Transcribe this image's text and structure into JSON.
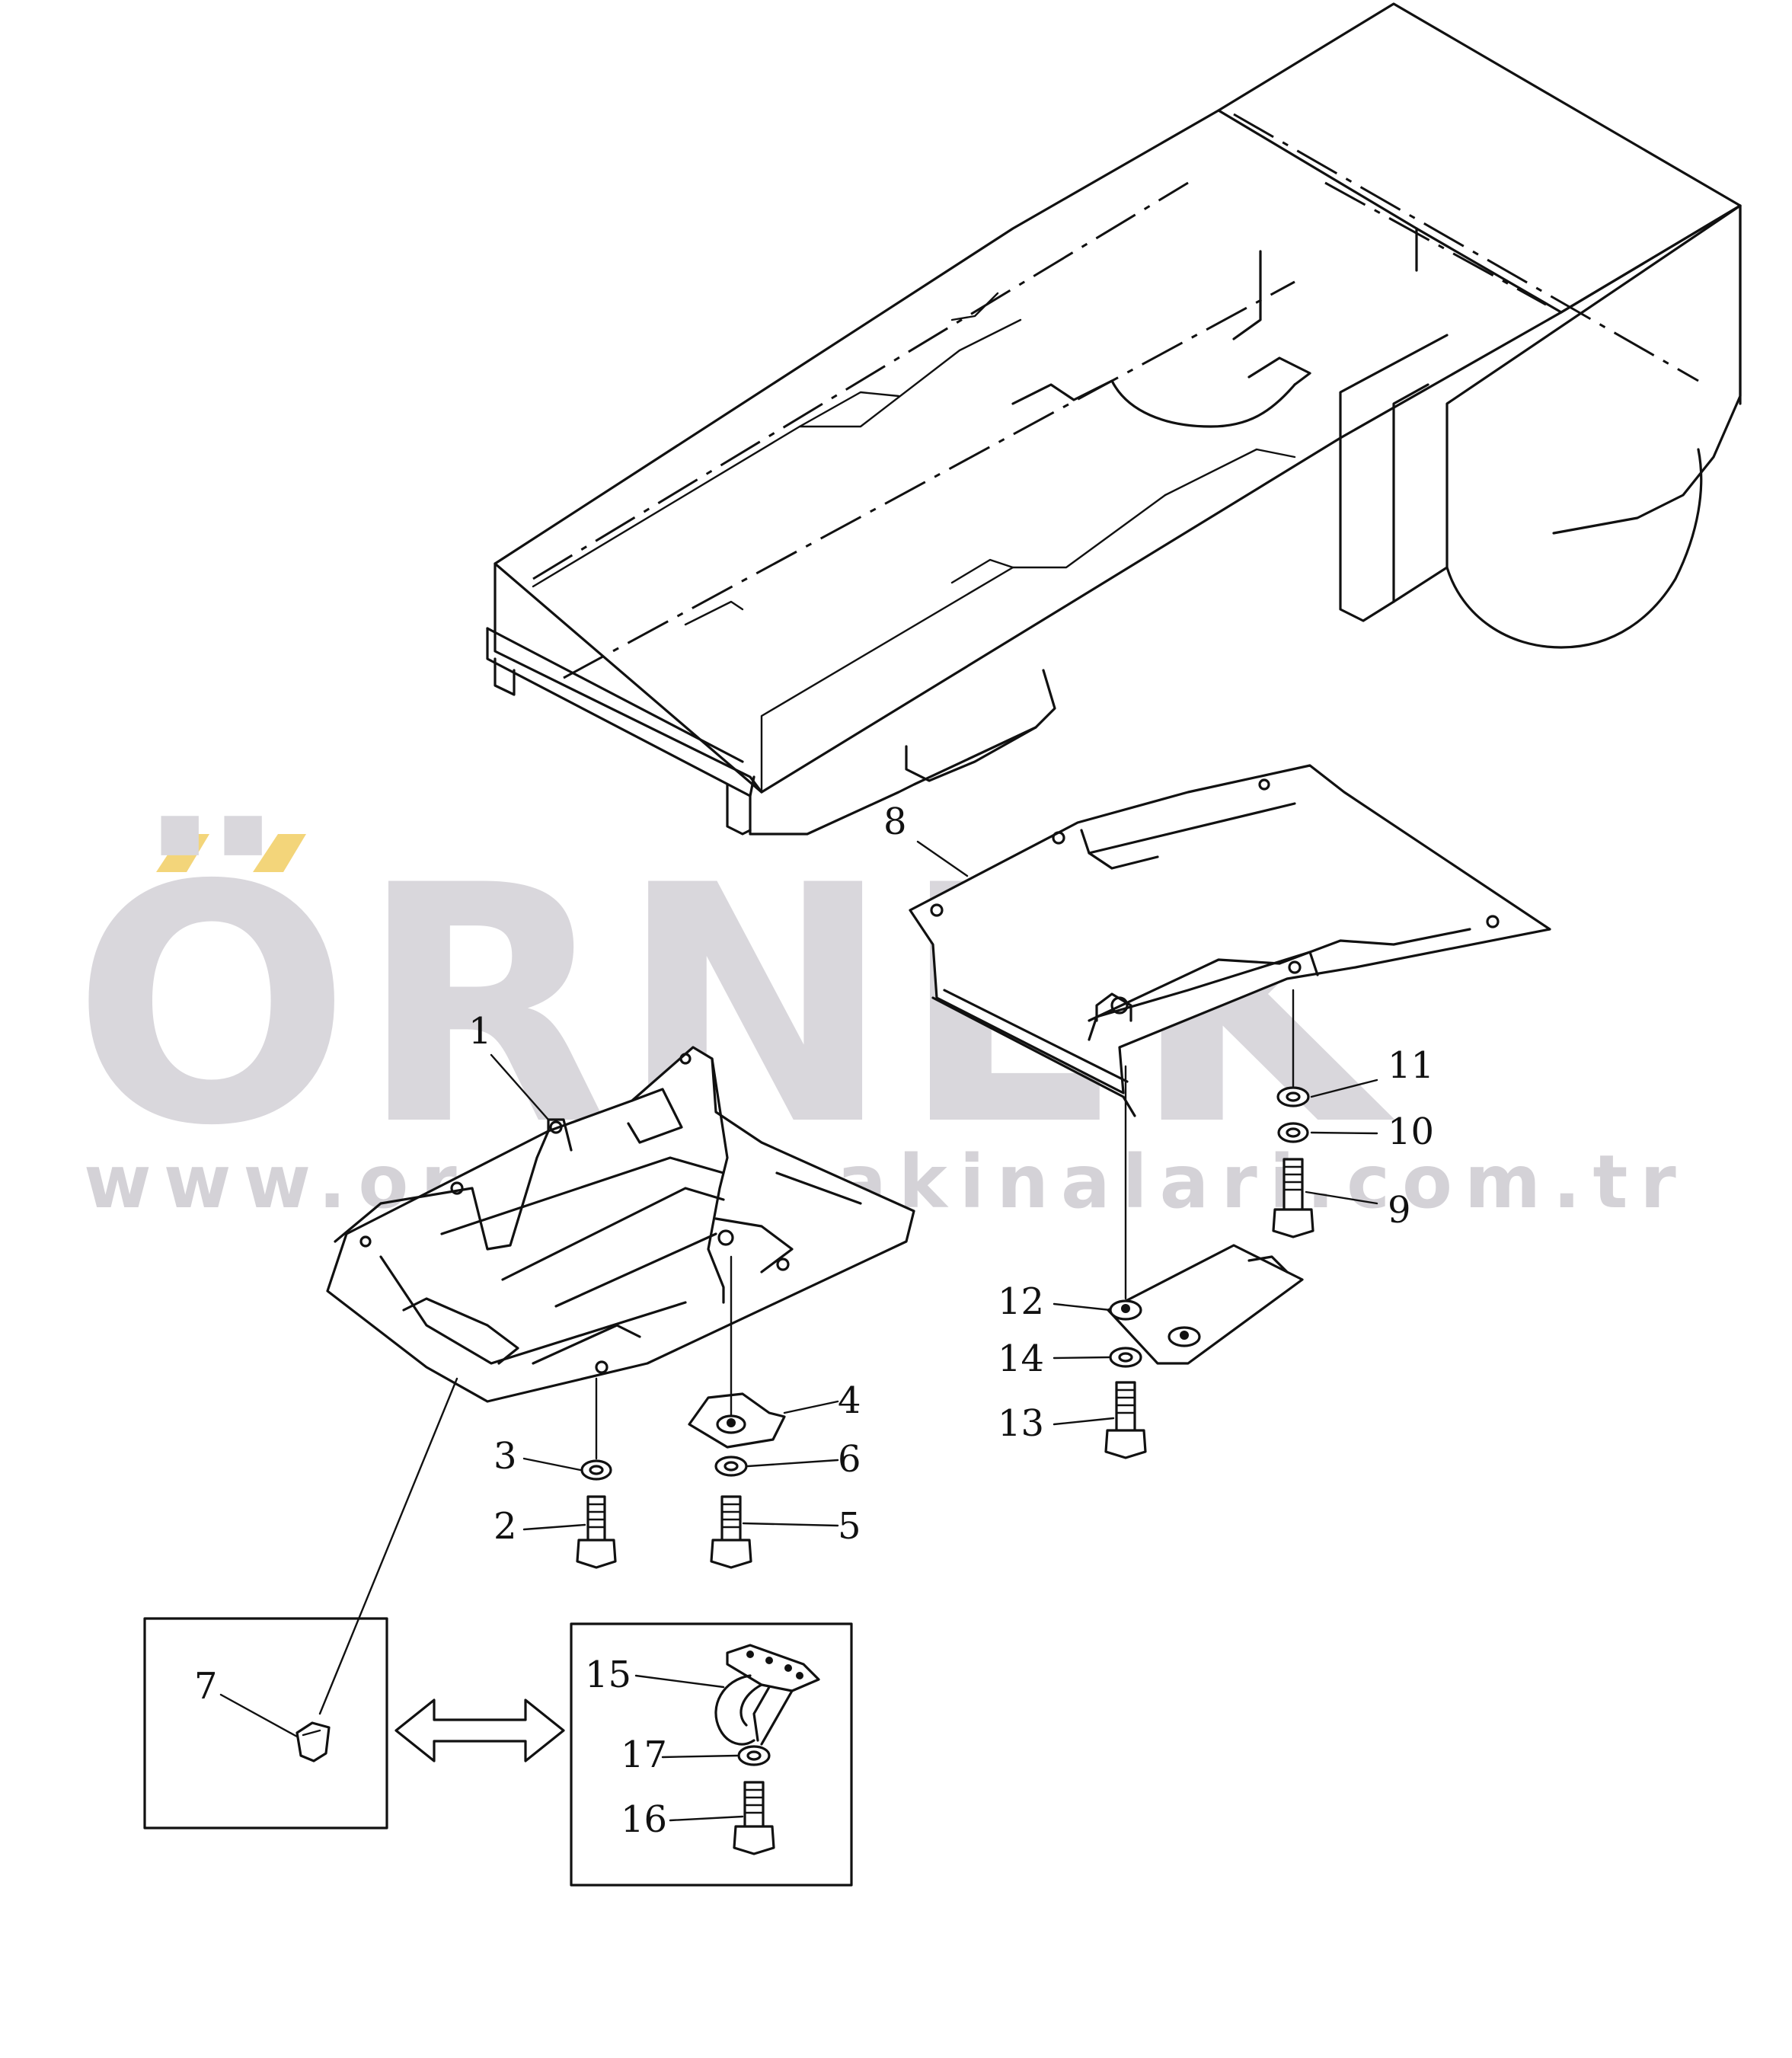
{
  "watermark": {
    "brand": "ÖRNEK",
    "url": "www.ornekismakinalari.com.tr",
    "brand_color": "#d9d7dc",
    "accent_color": "#f3d57a"
  },
  "callouts": {
    "p1": "1",
    "p2": "2",
    "p3": "3",
    "p4": "4",
    "p5": "5",
    "p6": "6",
    "p7": "7",
    "p8": "8",
    "p9": "9",
    "p10": "10",
    "p11": "11",
    "p12": "12",
    "p13": "13",
    "p14": "14",
    "p15": "15",
    "p16": "16",
    "p17": "17"
  }
}
